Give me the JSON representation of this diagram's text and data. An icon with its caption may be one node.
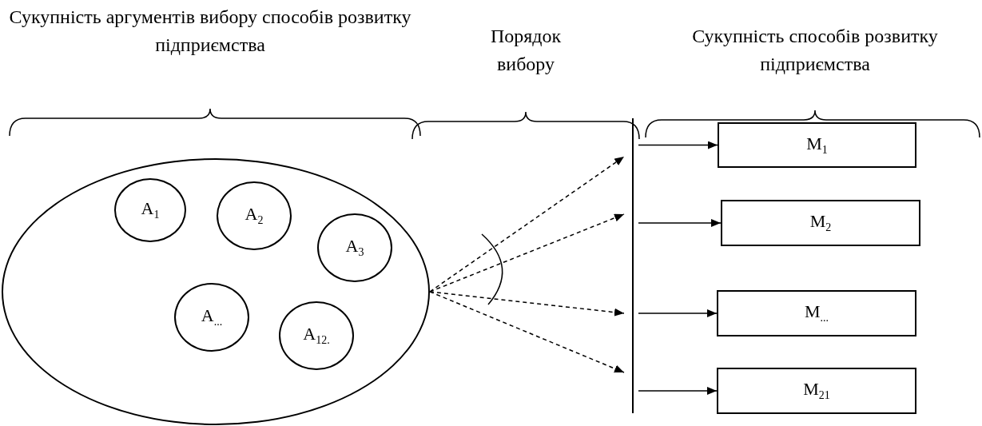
{
  "diagram": {
    "nodes": [
      {
        "text": [],
        "shape": "ellipse"
      },
      {
        "text": [
          "A$_{1}$"
        ],
        "in": 0
      },
      {
        "text": [
          "A$_{2}$"
        ],
        "in": 0
      },
      {
        "text": [
          "A$_{3}$"
        ],
        "in": 0
      },
      {
        "text": [
          "A$_{...}$"
        ],
        "in": 0
      },
      {
        "text": [
          "A$_{12.}$"
        ],
        "in": 0
      },
      {
        "text": [],
        "shape": "bar"
      },
      {
        "text": [
          "M$_{1}$"
        ]
      },
      {
        "text": [
          "M$_{2}$"
        ]
      },
      {
        "text": [
          "M$_{...}$"
        ]
      },
      {
        "text": [
          "M$_{21}$"
        ]
      }
    ],
    "edges": [
      {
        "from": 0,
        "to": 6,
        "arrow": "to",
        "style": "dashed"
      },
      {
        "from": 0,
        "to": 6,
        "arrow": "to",
        "style": "dashed"
      },
      {
        "from": 0,
        "to": 6,
        "arrow": "to",
        "style": "dashed"
      },
      {
        "from": 0,
        "to": 6,
        "arrow": "to",
        "style": "dashed"
      },
      {
        "from": 6,
        "to": 7,
        "arrow": "to"
      },
      {
        "from": 6,
        "to": 8,
        "arrow": "to"
      },
      {
        "from": 6,
        "to": 9,
        "arrow": "to"
      },
      {
        "from": 6,
        "to": 10,
        "arrow": "to"
      }
    ],
    "labels": [
      "Сукупність аргументів вибору способів розвитку підприємства",
      "Порядок вибору",
      "Сукупність способів розвитку підприємства"
    ]
  }
}
